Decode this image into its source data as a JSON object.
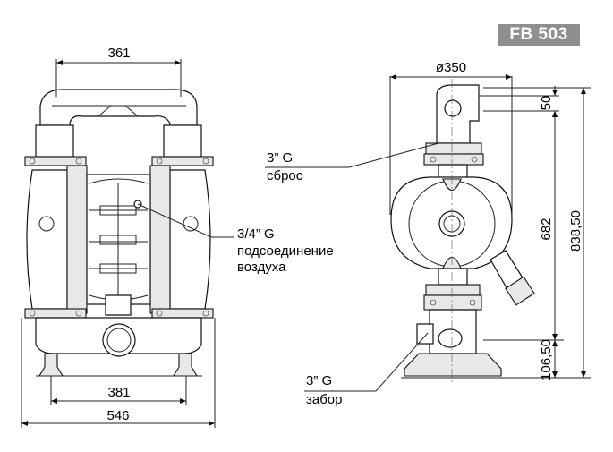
{
  "model_badge": "FB 503",
  "front_view": {
    "dim_top_width": "361",
    "dim_foot_span": "381",
    "dim_total_width": "546"
  },
  "side_view": {
    "dim_diameter": "ø350",
    "dim_outlet_offset": "50",
    "dim_height_682": "682",
    "dim_height_total": "838,50",
    "dim_inlet_height": "106,50"
  },
  "callouts": {
    "outlet_size": "3” G",
    "outlet_name": "сброс",
    "air_size": "3/4” G",
    "air_name_line1": "подсоединение",
    "air_name_line2": "воздуха",
    "inlet_size": "3” G",
    "inlet_name": "забор"
  }
}
